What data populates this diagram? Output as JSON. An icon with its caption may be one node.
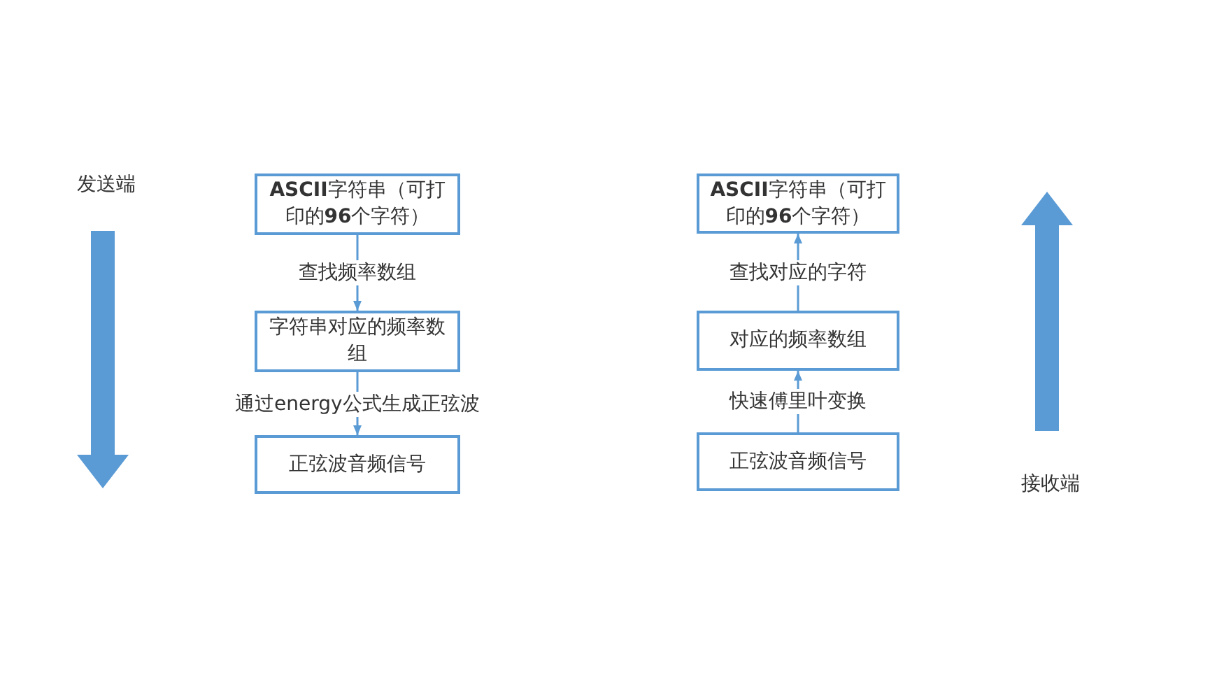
{
  "diagram": {
    "nodes": [
      {
        "text": [
          "**ASCII**字符串（可打印的**96**个字符）"
        ]
      },
      {
        "text": [
          "字符串对应的频率数组"
        ]
      },
      {
        "text": [
          "正弦波音频信号"
        ]
      },
      {
        "text": [
          "**ASCII**字符串（可打印的**96**个字符）"
        ]
      },
      {
        "text": [
          "对应的频率数组"
        ]
      },
      {
        "text": [
          "正弦波音频信号"
        ]
      }
    ],
    "edges": [
      {
        "from": 0,
        "to": 1,
        "arrow": "to",
        "label": "查找频率数组"
      },
      {
        "from": 1,
        "to": 2,
        "arrow": "to",
        "label": "通过energy公式生成正弦波"
      },
      {
        "from": 5,
        "to": 4,
        "arrow": "to",
        "label": "快速傅里叶变换"
      },
      {
        "from": 4,
        "to": 3,
        "arrow": "to",
        "label": "查找对应的字符"
      }
    ],
    "labels": [
      "发送端",
      "接收端"
    ]
  }
}
